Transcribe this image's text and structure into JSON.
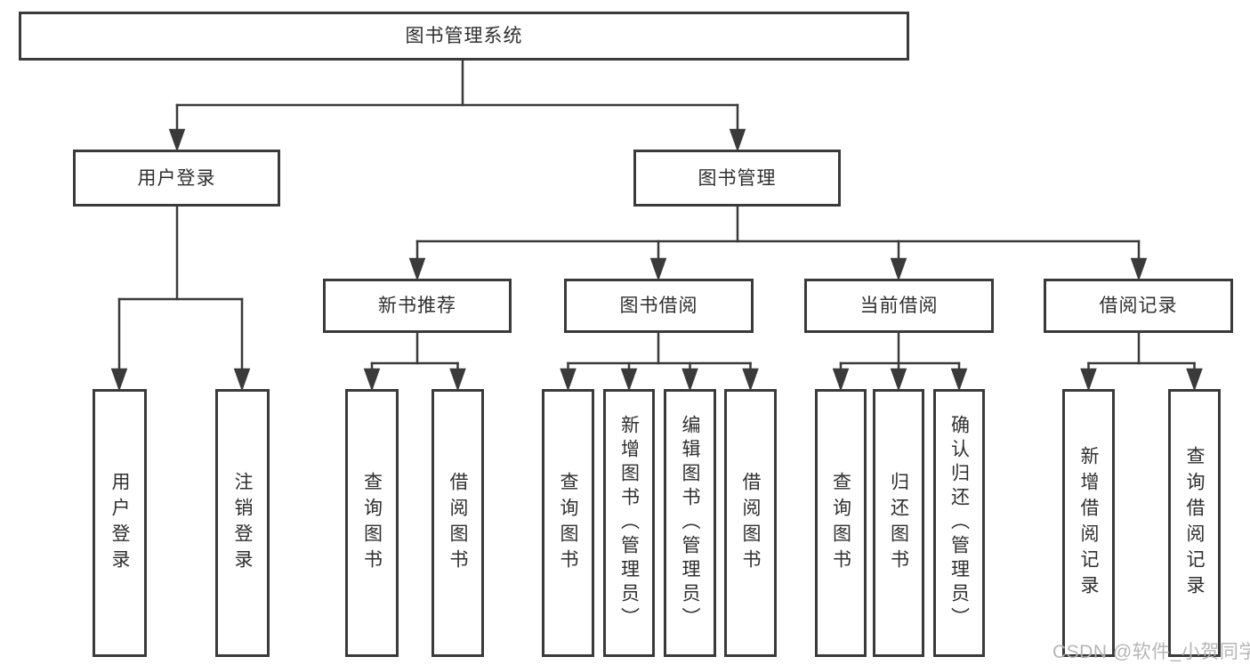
{
  "diagram": {
    "type": "hierarchy-tree",
    "title": "图书管理系统",
    "watermark": "CSDN @软件_小贺同学",
    "colors": {
      "line": "#3a3a3a",
      "box_border": "#3a3a3a",
      "text": "#2f2f2f",
      "background": "#ffffff",
      "watermark": "#b2b2b2"
    },
    "nodes": [
      {
        "id": "root",
        "label": "图书管理系统",
        "level": 1,
        "parent": null
      },
      {
        "id": "user-login",
        "label": "用户登录",
        "level": 2,
        "parent": "root"
      },
      {
        "id": "book-management",
        "label": "图书管理",
        "level": 2,
        "parent": "root"
      },
      {
        "id": "new-book-recommendation",
        "label": "新书推荐",
        "level": 3,
        "parent": "book-management"
      },
      {
        "id": "book-borrowing",
        "label": "图书借阅",
        "level": 3,
        "parent": "book-management"
      },
      {
        "id": "current-borrowing",
        "label": "当前借阅",
        "level": 3,
        "parent": "book-management"
      },
      {
        "id": "borrowing-records",
        "label": "借阅记录",
        "level": 3,
        "parent": "book-management"
      },
      {
        "id": "leaf-user-login",
        "label": "用户登录",
        "level": 4,
        "parent": "user-login"
      },
      {
        "id": "leaf-logout",
        "label": "注销登录",
        "level": 4,
        "parent": "user-login"
      },
      {
        "id": "leaf-query-books-recommend",
        "label": "查询图书",
        "level": 4,
        "parent": "new-book-recommendation"
      },
      {
        "id": "leaf-borrow-books-recommend",
        "label": "借阅图书",
        "level": 4,
        "parent": "new-book-recommendation"
      },
      {
        "id": "leaf-query-books-borrow",
        "label": "查询图书",
        "level": 4,
        "parent": "book-borrowing"
      },
      {
        "id": "leaf-add-books-admin",
        "label": "新增图书（管理员）",
        "level": 4,
        "parent": "book-borrowing"
      },
      {
        "id": "leaf-edit-books-admin",
        "label": "编辑图书（管理员）",
        "level": 4,
        "parent": "book-borrowing"
      },
      {
        "id": "leaf-borrow-books",
        "label": "借阅图书",
        "level": 4,
        "parent": "book-borrowing"
      },
      {
        "id": "leaf-query-books-current",
        "label": "查询图书",
        "level": 4,
        "parent": "current-borrowing"
      },
      {
        "id": "leaf-return-books",
        "label": "归还图书",
        "level": 4,
        "parent": "current-borrowing"
      },
      {
        "id": "leaf-confirm-return-admin",
        "label": "确认归还（管理员）",
        "level": 4,
        "parent": "current-borrowing"
      },
      {
        "id": "leaf-add-borrow-record",
        "label": "新增借阅记录",
        "level": 4,
        "parent": "borrowing-records"
      },
      {
        "id": "leaf-query-borrow-record",
        "label": "查询借阅记录",
        "level": 4,
        "parent": "borrowing-records"
      }
    ]
  }
}
